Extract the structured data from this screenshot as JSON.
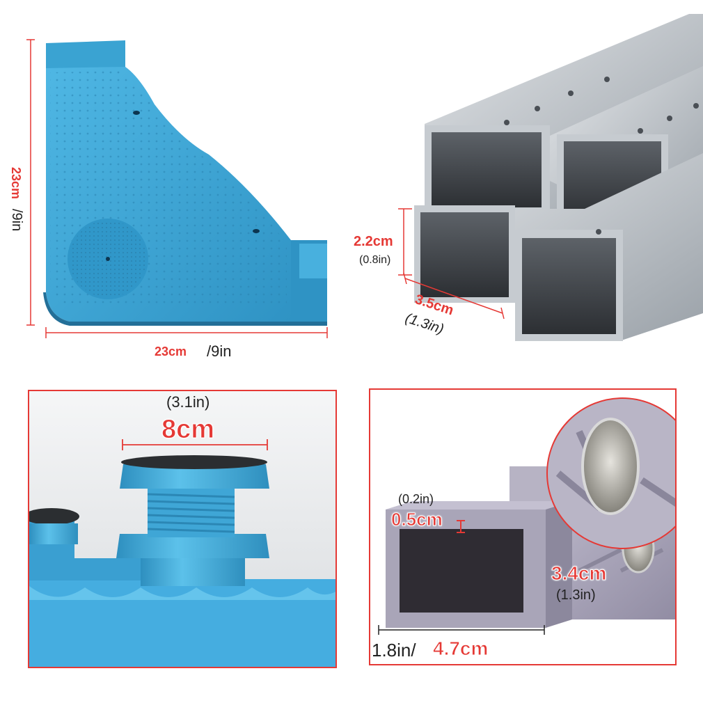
{
  "colors": {
    "accent": "#e53935",
    "product_blue": "#3aa7d6",
    "steel": "#b9bec4",
    "plastic_grey": "#a7a3b6"
  },
  "panel_foot": {
    "height_cm": "23cm",
    "height_in": "/9in",
    "width_cm": "23cm",
    "width_in": "/9in"
  },
  "panel_tubes": {
    "height_cm": "2.2cm",
    "height_in": "(0.8in)",
    "width_cm": "3.5cm",
    "width_in": "(1.3in)"
  },
  "panel_screw": {
    "diameter_in": "(3.1in)",
    "diameter_cm": "8cm"
  },
  "panel_profile": {
    "wall_in": "(0.2in)",
    "wall_cm": "0.5cm",
    "height_cm": "3.4cm",
    "height_in": "(1.3in)",
    "width_in": "1.8in/",
    "width_cm": "4.7cm"
  }
}
